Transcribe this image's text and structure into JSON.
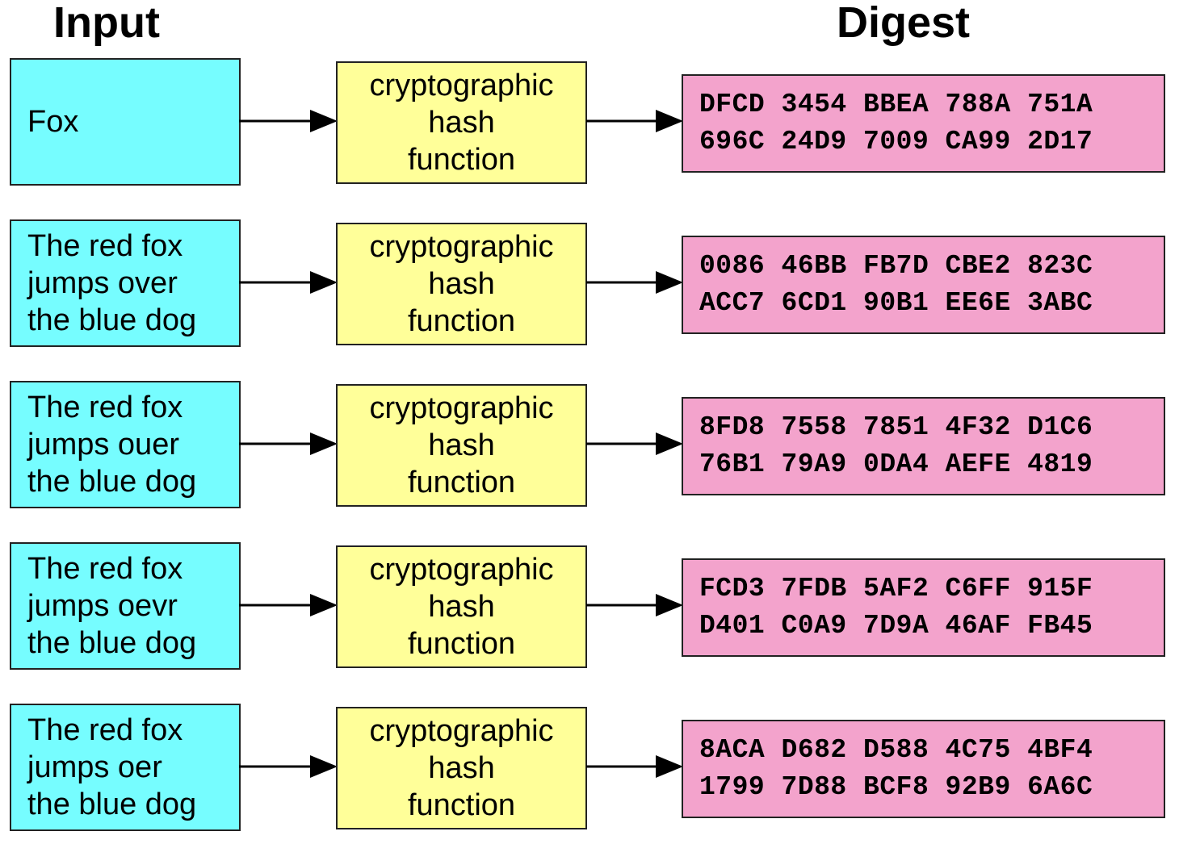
{
  "headers": {
    "input": "Input",
    "digest": "Digest"
  },
  "colors": {
    "input_fill": "#76fdff",
    "hash_fill": "#ffff99",
    "digest_fill": "#f3a3cc"
  },
  "hash_label": [
    "cryptographic",
    "hash",
    "function"
  ],
  "rows": [
    {
      "input": "Fox",
      "digest": [
        "DFCD 3454 BBEA 788A 751A",
        "696C 24D9 7009 CA99 2D17"
      ]
    },
    {
      "input": "The red fox\njumps over\nthe blue dog",
      "digest": [
        "0086 46BB FB7D CBE2 823C",
        "ACC7 6CD1 90B1 EE6E 3ABC"
      ]
    },
    {
      "input": "The red fox\njumps ouer\nthe blue dog",
      "digest": [
        "8FD8 7558 7851 4F32 D1C6",
        "76B1 79A9 0DA4 AEFE 4819"
      ]
    },
    {
      "input": "The red fox\njumps oevr\nthe blue dog",
      "digest": [
        "FCD3 7FDB 5AF2 C6FF 915F",
        "D401 C0A9 7D9A 46AF FB45"
      ]
    },
    {
      "input": "The red fox\njumps oer\nthe blue dog",
      "digest": [
        "8ACA D682 D588 4C75 4BF4",
        "1799 7D88 BCF8 92B9 6A6C"
      ]
    }
  ]
}
